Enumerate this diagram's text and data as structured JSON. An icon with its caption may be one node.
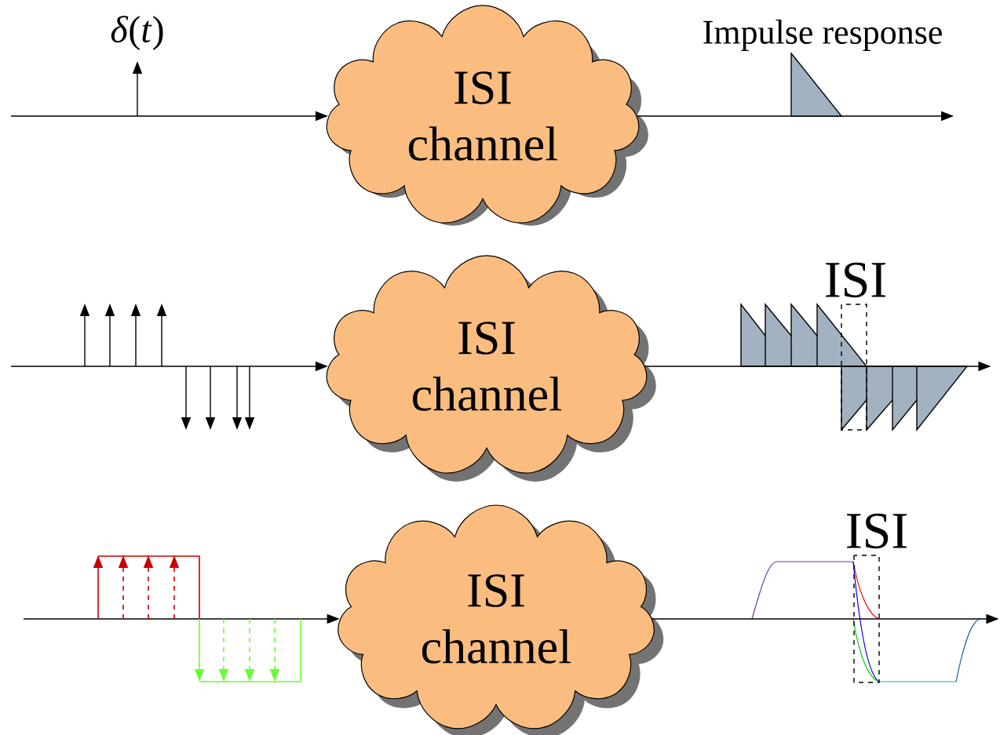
{
  "diagram": {
    "nodes": [
      {
        "text": [
          "ISI channel"
        ]
      },
      {
        "text": [
          "ISI channel"
        ]
      },
      {
        "text": [
          "ISI channel"
        ]
      },
      {
        "text": [],
        "shape": "waveform"
      },
      {
        "text": [],
        "shape": "waveform"
      }
    ],
    "edges": [
      {
        "from": null,
        "to": 0,
        "arrow": "to"
      },
      {
        "from": 0,
        "to": null,
        "arrow": "to"
      },
      {
        "from": null,
        "to": 1,
        "arrow": "to"
      },
      {
        "from": 1,
        "to": 3,
        "arrow": "to"
      },
      {
        "from": null,
        "to": 2,
        "arrow": "to"
      },
      {
        "from": 2,
        "to": 4,
        "arrow": "to"
      }
    ],
    "labels": [
      "*δ*(*t*)",
      "Impulse response",
      "ISI",
      "ISI"
    ]
  }
}
